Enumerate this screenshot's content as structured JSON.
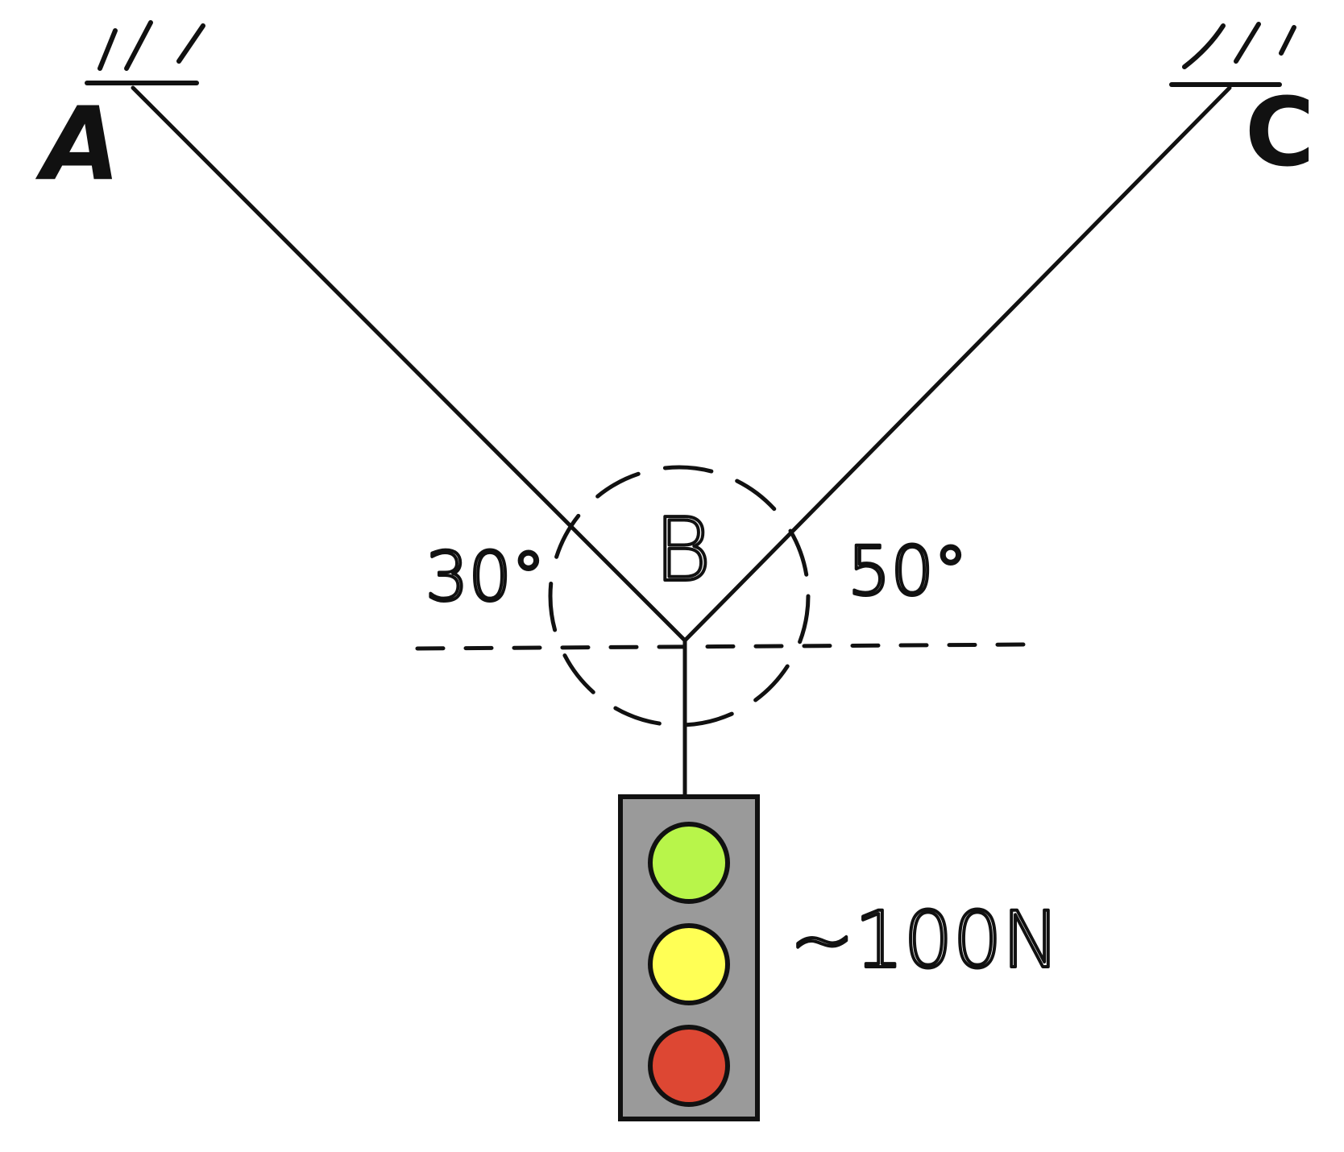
{
  "labels": {
    "point_a": "A",
    "point_b": "B",
    "point_c": "C",
    "angle_left": "30°",
    "angle_right": "50°",
    "weight": "~100N"
  },
  "traffic_light": {
    "top_color": "#b8f54a",
    "middle_color": "#ffff55",
    "bottom_color": "#dd4733",
    "housing_color": "#9a9a9a"
  },
  "colors": {
    "ink": "#111111",
    "background": "#ffffff"
  }
}
